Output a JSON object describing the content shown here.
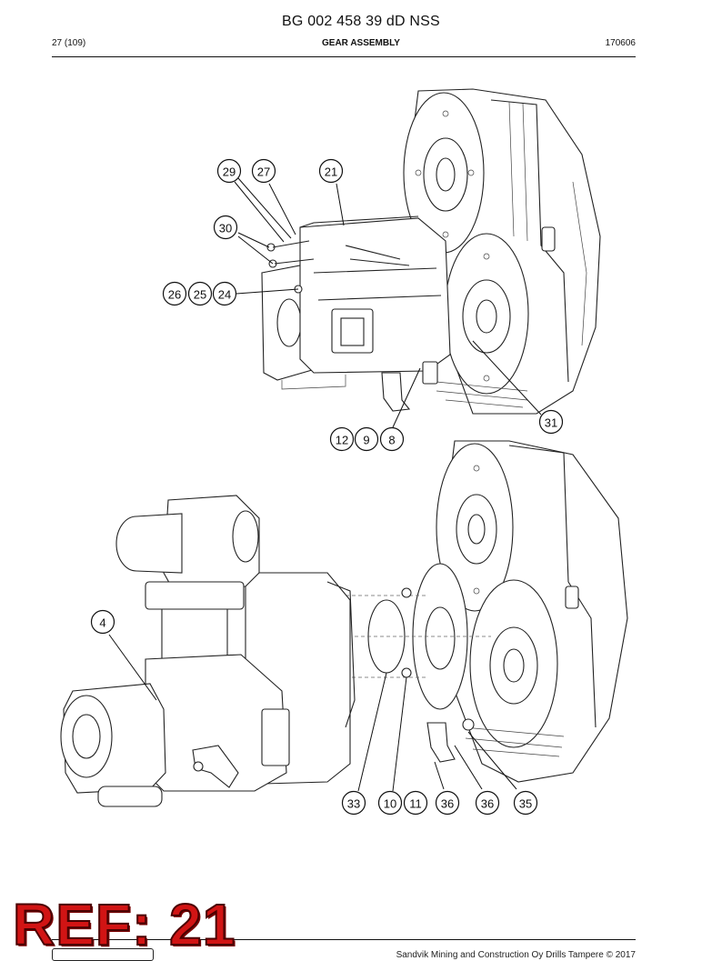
{
  "header": {
    "doc_title": "BG 002 458 39 dD NSS",
    "page": "27 (109)",
    "section": "GEAR ASSEMBLY",
    "date_code": "170606"
  },
  "callouts": {
    "c29": "29",
    "c27": "27",
    "c21": "21",
    "c30": "30",
    "c26": "26",
    "c25": "25",
    "c24": "24",
    "c12": "12",
    "c9": "9",
    "c8": "8",
    "c31": "31",
    "c4": "4",
    "c33": "33",
    "c10": "10",
    "c11": "11",
    "c36a": "36",
    "c36b": "36",
    "c35": "35"
  },
  "footer": {
    "copyright": "Sandvik Mining and Construction Oy Drills Tampere © 2017"
  },
  "stamp": {
    "text": "REF: 21",
    "color": "#d11414"
  }
}
